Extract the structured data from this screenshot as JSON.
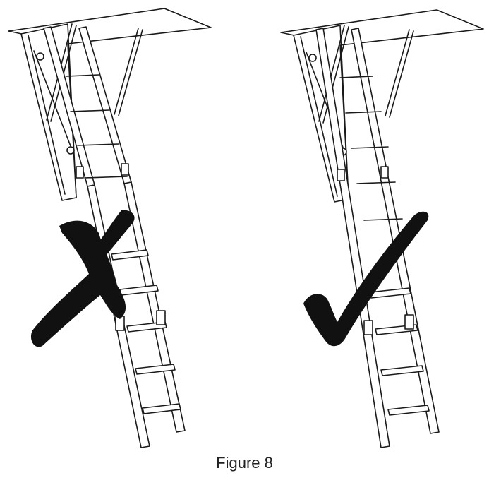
{
  "caption": "Figure 8",
  "colors": {
    "line": "#1a1a1a",
    "mark": "#111111",
    "background": "#ffffff"
  },
  "panels": [
    {
      "name": "incorrect-installation",
      "mark": "cross-mark-icon"
    },
    {
      "name": "correct-installation",
      "mark": "check-mark-icon"
    }
  ]
}
